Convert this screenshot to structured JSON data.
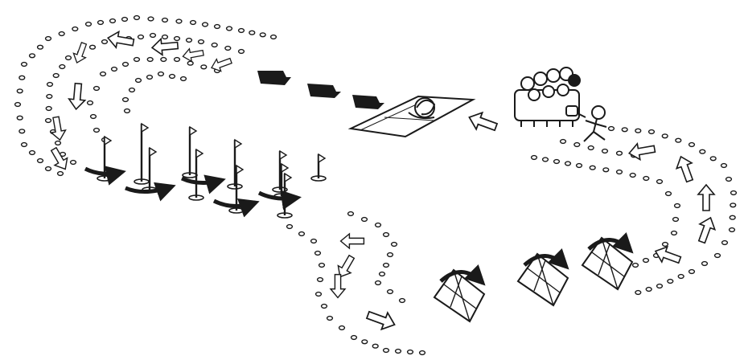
{
  "diagram": {
    "style": "black-and-white line drawing",
    "colors": {
      "ink": "#1a1a1a",
      "paper": "#ffffff",
      "shade": "#dcdcdc"
    },
    "stations": [
      {
        "name": "slalom-poles",
        "count": 11,
        "icon": "flag-pole"
      },
      {
        "name": "crawl-tunnels",
        "count": 3,
        "icon": "triangular-tunnel"
      },
      {
        "name": "roll-mat",
        "count": 1,
        "icon": "mat"
      },
      {
        "name": "start-group",
        "count": 1,
        "icon": "children-group"
      },
      {
        "name": "runner",
        "count": 1,
        "icon": "running-child"
      }
    ],
    "path_markers": {
      "icon": "dot-marker",
      "arrow_icon": "direction-arrow"
    }
  }
}
